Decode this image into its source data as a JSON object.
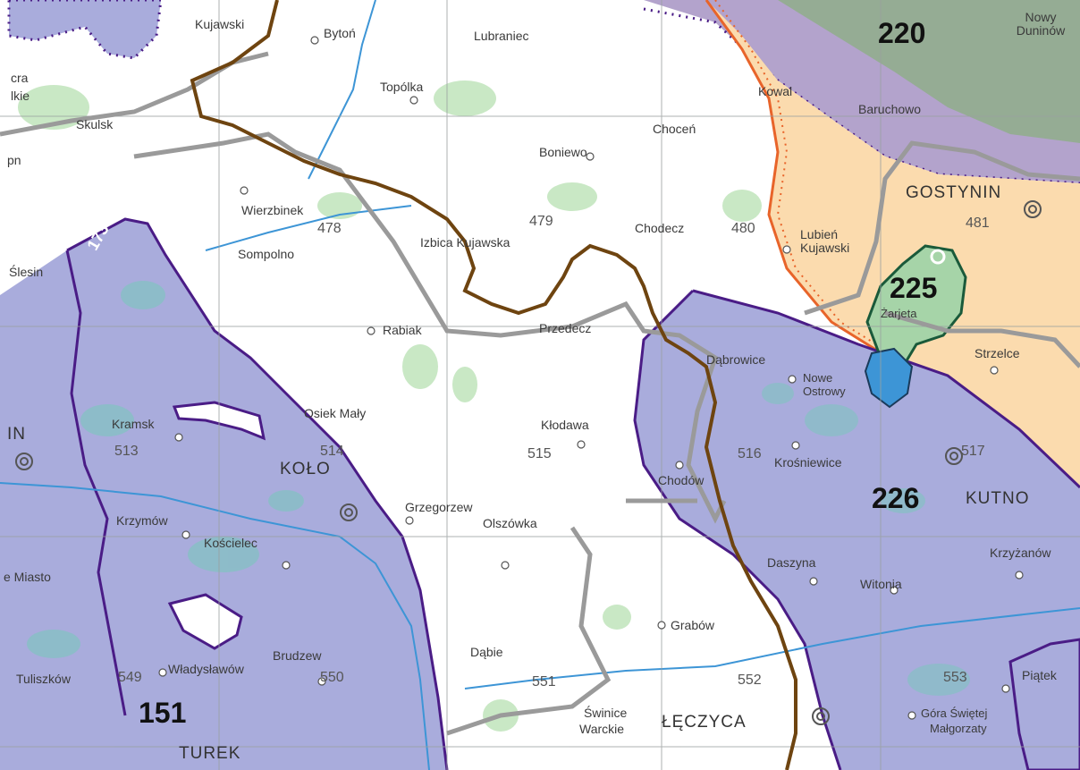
{
  "regions": {
    "r220": "220",
    "r225": "225",
    "r226": "226",
    "r151": "151",
    "r173": "173"
  },
  "sheets": {
    "s478": "478",
    "s479": "479",
    "s480": "480",
    "s481": "481",
    "s513": "513",
    "s514": "514",
    "s515": "515",
    "s516": "516",
    "s517": "517",
    "s549": "549",
    "s550": "550",
    "s551": "551",
    "s552": "552",
    "s553": "553"
  },
  "places": {
    "kujawski_top": "Kujawski",
    "byton": "Bytoń",
    "lubraniec": "Lubraniec",
    "nowy_duninow": "Nowy Duninów",
    "cra": "cra",
    "lkie": "lkie",
    "topolka": "Topólka",
    "kowal": "Kowal",
    "baruchowo": "Baruchowo",
    "skulsk": "Skulsk",
    "chocen": "Choceń",
    "boniewo": "Boniewo",
    "pn": "pn",
    "gostynin": "GOSTYNIN",
    "wierzbinek": "Wierzbinek",
    "izbica": "Izbica Kujawska",
    "chodecz": "Chodecz",
    "lubien": "Lubień Kujawski",
    "sompolno": "Sompolno",
    "slesin": "Ślesin",
    "zaryjeta": "Żarjeta",
    "przedecz": "Przedecz",
    "rabiak": "Rabiak",
    "strzelce": "Strzelce",
    "dabrowice": "Dąbrowice",
    "nowe_ostrowy": "Nowe Ostrowy",
    "osiek": "Osiek Mały",
    "kramsk": "Kramsk",
    "klodawa": "Kłodawa",
    "kn": "IN",
    "krosniewice": "Krośniewice",
    "kolo": "KOŁO",
    "grzegorzew": "Grzegorzew",
    "chodow": "Chodów",
    "kutno": "KUTNO",
    "krzymow": "Krzymów",
    "olszowka": "Olszówka",
    "koscielec": "Kościelec",
    "krzyzanow": "Krzyżanów",
    "miasto": "e Miasto",
    "daszyna": "Daszyna",
    "witonia": "Witonia",
    "grabow": "Grabów",
    "brudzew": "Brudzew",
    "dabie": "Dąbie",
    "tuliszkow": "Tuliszków",
    "wladyslawow": "Władysławów",
    "piatek": "Piątek",
    "swinice": "Świnice",
    "warckie": "Warckie",
    "leczyca": "ŁĘCZYCA",
    "gora": "Góra Świętej",
    "malgorzaty": "Małgorzaty",
    "turek": "TUREK"
  },
  "colors": {
    "protected_fill": "#a9acdc",
    "protected_edge": "#4a1c86",
    "orange_fill": "#fbdcb0",
    "orange_edge": "#e8642a",
    "purple_fill": "#b8a6cc",
    "green_fill": "#8fb08a",
    "lake": "#3d95d6",
    "brown_road": "#6e4410",
    "grey_border": "#9a9a9a",
    "forest": "#c7e6c3",
    "zone225": "#a6d4a8"
  }
}
